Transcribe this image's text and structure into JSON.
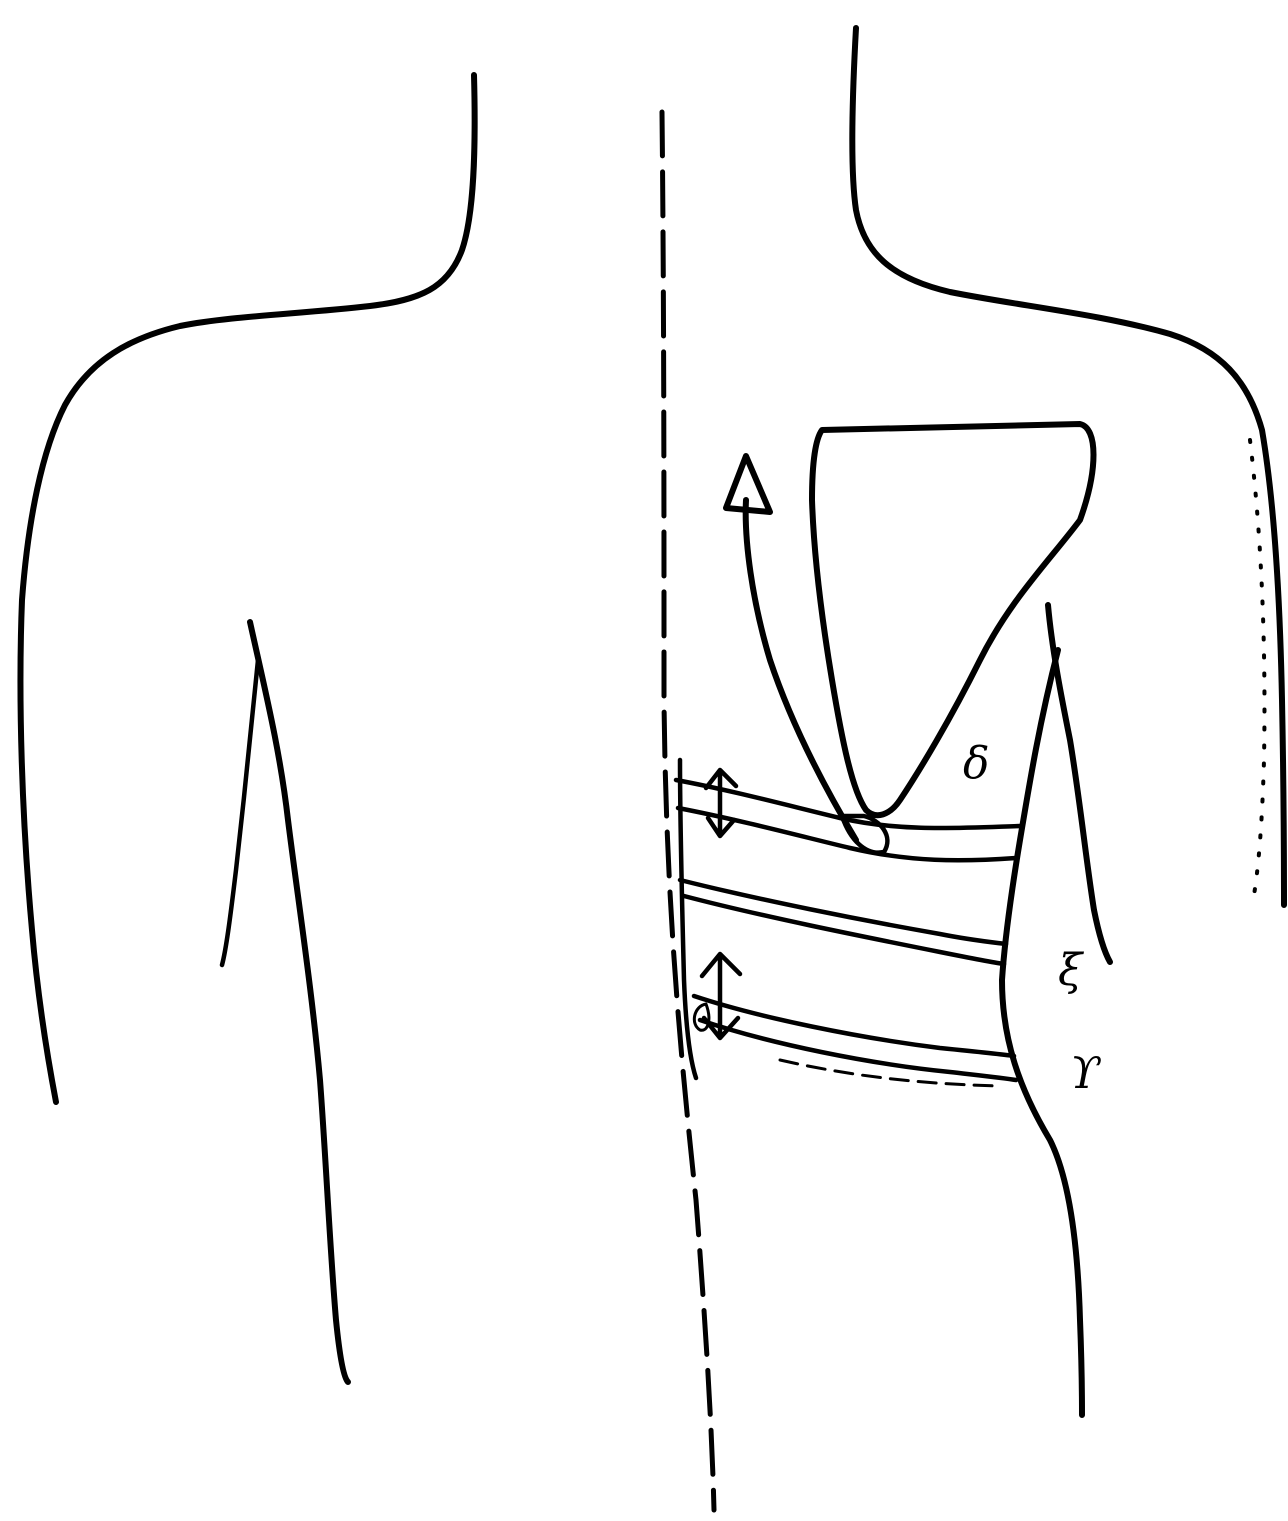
{
  "figure": {
    "labels": {
      "label_1": "δ",
      "label_2": "ξ",
      "label_3": "ϒ"
    },
    "ink_color": "#000000",
    "background_color": "#ffffff"
  }
}
